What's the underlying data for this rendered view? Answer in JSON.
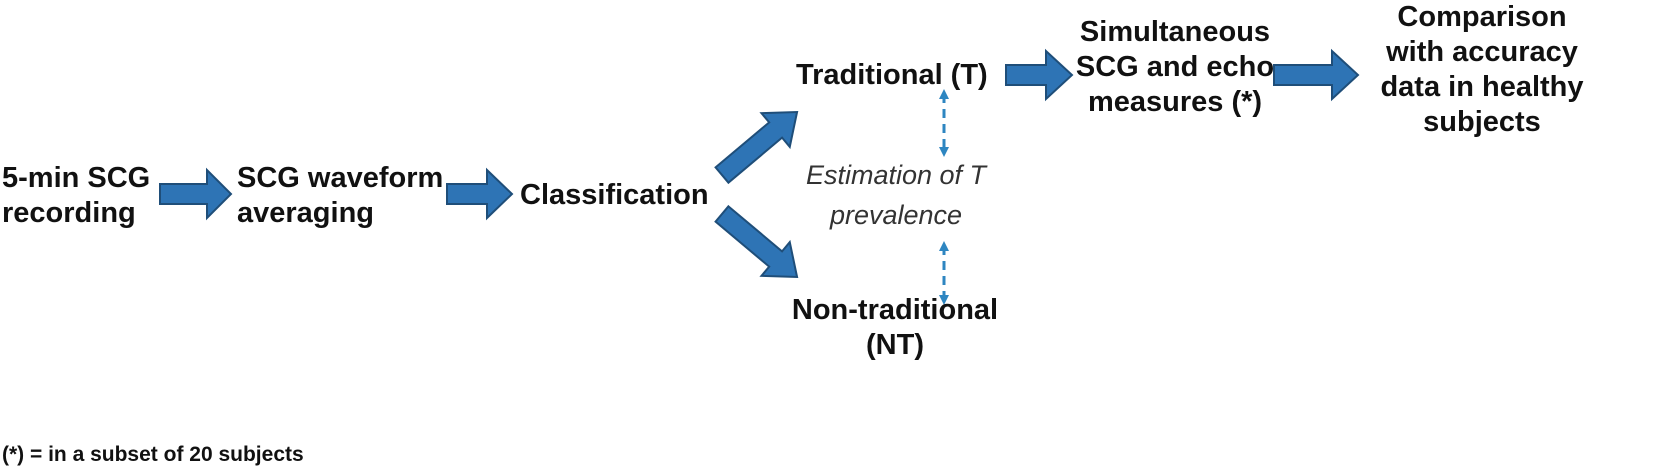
{
  "colors": {
    "arrow_fill": "#2E74B5",
    "arrow_stroke": "#1F4E79",
    "dashed_arrow": "#2E86C1",
    "text": "#111111"
  },
  "nodes": {
    "recording": [
      "5-min SCG",
      "recording"
    ],
    "averaging": [
      "SCG waveform",
      "averaging"
    ],
    "classification": "Classification",
    "traditional": "Traditional (T)",
    "non_traditional": [
      "Non-traditional",
      "(NT)"
    ],
    "estimation": [
      "Estimation of T",
      "prevalence"
    ],
    "simultaneous": [
      "Simultaneous",
      "SCG and echo",
      "measures (*)"
    ],
    "comparison": [
      "Comparison",
      "with accuracy",
      "data in healthy",
      "subjects"
    ]
  },
  "footnote": "(*) = in a subset of 20 subjects"
}
